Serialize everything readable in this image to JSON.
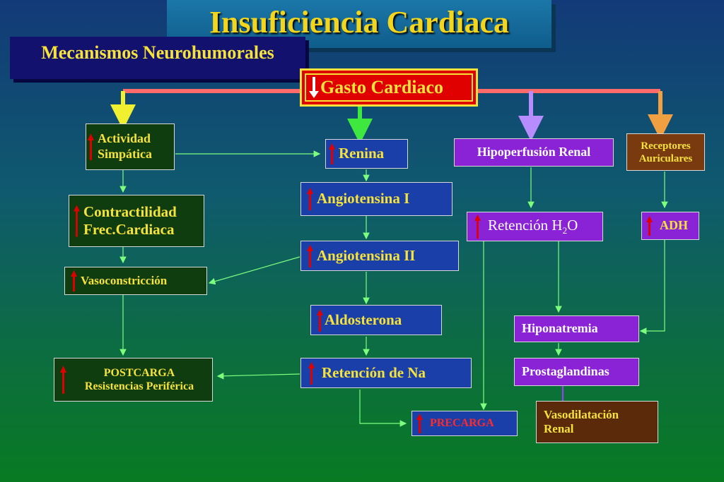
{
  "title": "Insuficiencia  Cardiaca",
  "subtitle": "Mecanismos Neurohumorales",
  "colors": {
    "up_arrow": "#e00000",
    "top_line": "#ff6b6b",
    "green_box": "#0f3d0f",
    "blue_box": "#1a3fa8",
    "purple_box": "#8a22d6",
    "title_text": "#f2d51e"
  },
  "nodes": {
    "gasto": "Gasto Cardiaco",
    "actividad_1": "Actividad",
    "actividad_2": "Simpática",
    "renina": "Renina",
    "hipoperfusion": "Hipoperfusión Renal",
    "receptores_1": "Receptores",
    "receptores_2": "Auriculares",
    "angiotensina_1": "Angiotensina Ι",
    "contractilidad_1": "Contractilidad",
    "contractilidad_2": "Frec.Cardiaca",
    "retencion_h2o_a": "Retención H",
    "retencion_h2o_sub": "2",
    "retencion_h2o_b": "O",
    "adh": "ADH",
    "angiotensina_2": "Angiotensina II",
    "vasoconstriccion": "Vasoconstricción",
    "aldosterona": "Aldosterona",
    "hiponatremia": "Hiponatremia",
    "postcarga_1": "POSTCARGA",
    "postcarga_2": "Resistencias Periférica",
    "retencion_na": "Retención de Na",
    "prostaglandinas": "Prostaglandinas",
    "precarga": "PRECARGA",
    "vasodilatacion_1": "Vasodilatación",
    "vasodilatacion_2": "Renal"
  }
}
